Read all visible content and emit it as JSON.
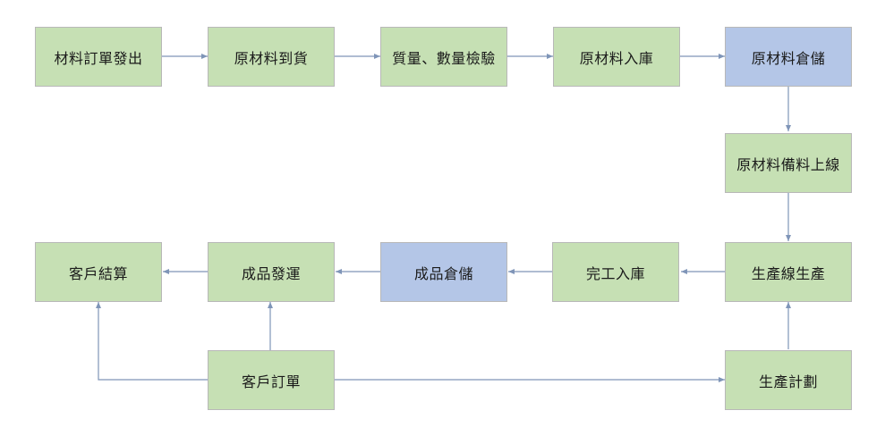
{
  "diagram": {
    "colors": {
      "process": "#c6e0b4",
      "storage": "#b4c6e7",
      "connector": "#7f95b8"
    },
    "nodes": [
      {
        "id": "n1",
        "label": "材料訂單發出",
        "kind": "process"
      },
      {
        "id": "n2",
        "label": "原材料到貨",
        "kind": "process"
      },
      {
        "id": "n3",
        "label": "質量、數量檢驗",
        "kind": "process"
      },
      {
        "id": "n4",
        "label": "原材料入庫",
        "kind": "process"
      },
      {
        "id": "n5",
        "label": "原材料倉儲",
        "kind": "storage"
      },
      {
        "id": "n6",
        "label": "原材料備料上線",
        "kind": "process"
      },
      {
        "id": "n7",
        "label": "生產線生產",
        "kind": "process"
      },
      {
        "id": "n8",
        "label": "完工入庫",
        "kind": "process"
      },
      {
        "id": "n9",
        "label": "成品倉儲",
        "kind": "storage"
      },
      {
        "id": "n10",
        "label": "成品發運",
        "kind": "process"
      },
      {
        "id": "n11",
        "label": "客戶結算",
        "kind": "process"
      },
      {
        "id": "n12",
        "label": "客戶訂單",
        "kind": "process"
      },
      {
        "id": "n13",
        "label": "生產計劃",
        "kind": "process"
      }
    ],
    "edges": [
      {
        "from": "n1",
        "to": "n2"
      },
      {
        "from": "n2",
        "to": "n3"
      },
      {
        "from": "n3",
        "to": "n4"
      },
      {
        "from": "n4",
        "to": "n5"
      },
      {
        "from": "n5",
        "to": "n6"
      },
      {
        "from": "n6",
        "to": "n7"
      },
      {
        "from": "n7",
        "to": "n8"
      },
      {
        "from": "n8",
        "to": "n9"
      },
      {
        "from": "n9",
        "to": "n10"
      },
      {
        "from": "n10",
        "to": "n11"
      },
      {
        "from": "n12",
        "to": "n10"
      },
      {
        "from": "n12",
        "to": "n11"
      },
      {
        "from": "n12",
        "to": "n13"
      },
      {
        "from": "n13",
        "to": "n7"
      }
    ]
  }
}
